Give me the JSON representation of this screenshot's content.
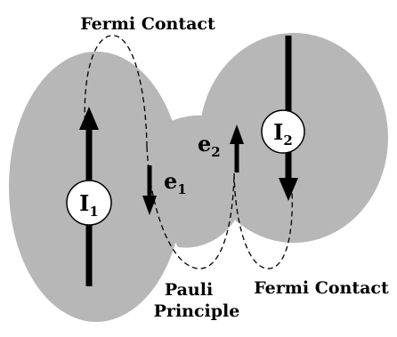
{
  "labels": {
    "fermi_contact_top": "Fermi Contact",
    "fermi_contact_bottom": "Fermi Contact",
    "pauli_line1": "Pauli",
    "pauli_line2": "Principle"
  },
  "nuclei": [
    {
      "symbol": "I",
      "subscript": "1",
      "spin": "up"
    },
    {
      "symbol": "I",
      "subscript": "2",
      "spin": "down"
    }
  ],
  "electrons": [
    {
      "symbol": "e",
      "subscript": "1",
      "spin": "down"
    },
    {
      "symbol": "e",
      "subscript": "2",
      "spin": "up"
    }
  ],
  "colors": {
    "lobe_fill": "#b7b7b7",
    "circle_fill": "#ffffff",
    "ink": "#000000"
  }
}
